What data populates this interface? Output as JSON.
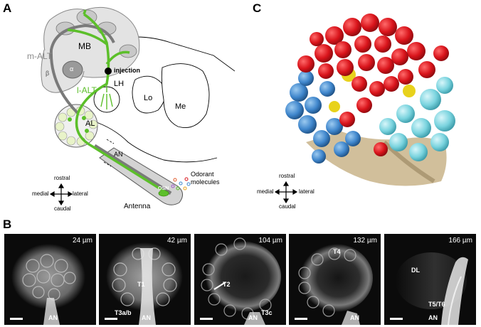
{
  "panels": {
    "a": {
      "letter": "A",
      "regions": {
        "mb": "MB",
        "alpha": "α",
        "beta": "β",
        "lh": "LH",
        "lo": "Lo",
        "me": "Me",
        "al": "AL",
        "an": "AN"
      },
      "tracts": {
        "m_alt": "m-ALT",
        "l_alt": "l-ALT"
      },
      "injection": "injection",
      "osn": "OSN",
      "odorant": [
        "Odorant",
        "molecules"
      ],
      "antenna": "Antenna",
      "compass": {
        "rostral": "rostral",
        "caudal": "caudal",
        "medial": "medial",
        "lateral": "lateral"
      }
    },
    "b": {
      "letter": "B",
      "images": [
        {
          "depth": "24 µm",
          "labels": [
            "AN"
          ]
        },
        {
          "depth": "42 µm",
          "labels": [
            "T1",
            "T3a/b",
            "AN"
          ]
        },
        {
          "depth": "104 µm",
          "labels": [
            "T2",
            "T3c",
            "AN"
          ]
        },
        {
          "depth": "132 µm",
          "labels": [
            "T4",
            "AN"
          ]
        },
        {
          "depth": "166 µm",
          "labels": [
            "DL",
            "T5/T6",
            "AN"
          ]
        }
      ]
    },
    "c": {
      "letter": "C",
      "compass": {
        "rostral": "rostral",
        "caudal": "caudal",
        "medial": "medial",
        "lateral": "lateral"
      }
    }
  },
  "colors": {
    "green_tract": "#5cbf2a",
    "grey_tract": "#7a7a7a",
    "red_glomeruli": "#d9141b",
    "blue_glomeruli": "#3f86cc",
    "cyan_glomeruli": "#79d3de",
    "yellow_glomeruli": "#e8d21c",
    "tissue": "#c9b48a"
  }
}
